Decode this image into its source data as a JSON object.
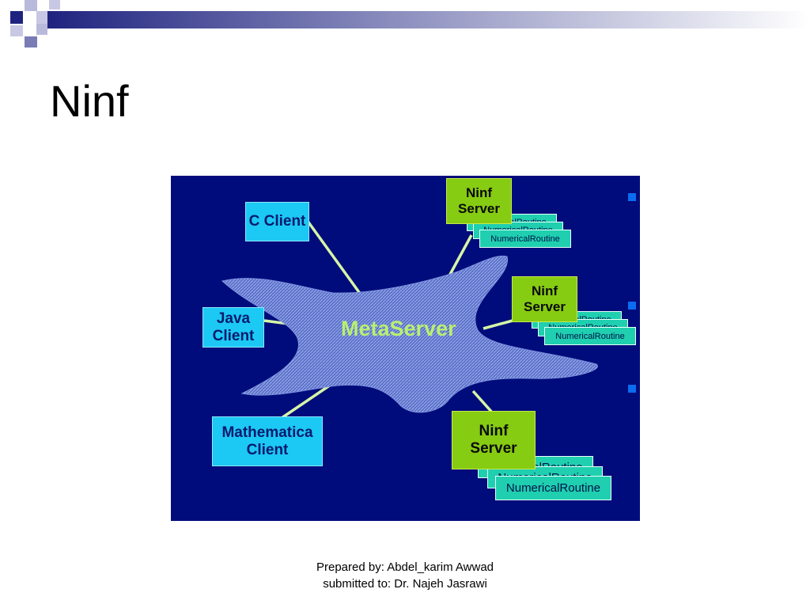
{
  "slide": {
    "title": "Ninf"
  },
  "colors": {
    "diagram_bg": "#000c7b",
    "client_box": "#1cc8f4",
    "server_box": "#86cc12",
    "routine_box": "#1fcfaf",
    "connector": "#d6f5a8",
    "metaserver_label": "#b8f070",
    "bullet": "#0b6cf0"
  },
  "diagram": {
    "metaserver": "MetaServer",
    "clients": {
      "c": "C Client",
      "java": [
        "Java",
        "Client"
      ],
      "mathematica": [
        "Mathematica",
        "Client"
      ]
    },
    "servers": {
      "top": [
        "Ninf",
        "Server"
      ],
      "middle": [
        "Ninf",
        "Server"
      ],
      "bottom": [
        "Ninf",
        "Server"
      ]
    },
    "routine_label": "NumericalRoutine"
  },
  "footer": {
    "line1": "Prepared by: Abdel_karim Awwad",
    "line2": "submitted to: Dr. Najeh Jasrawi"
  }
}
